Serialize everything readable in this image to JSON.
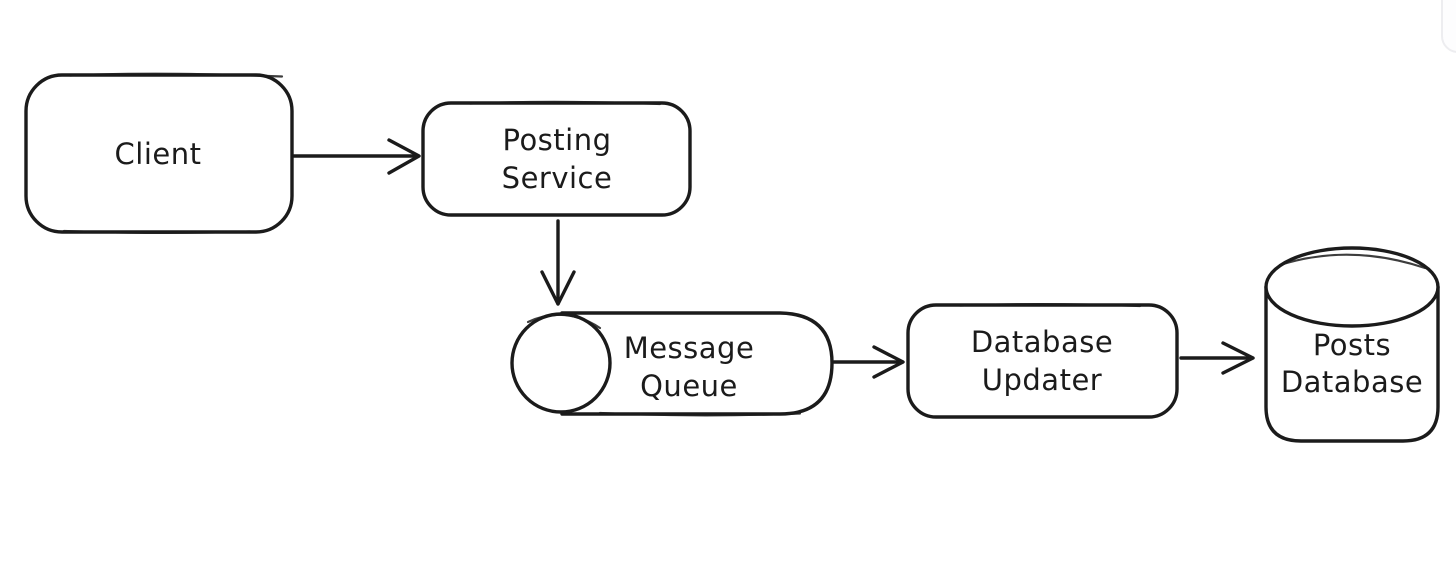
{
  "canvas": {
    "background": "#ffffff",
    "stroke_color": "#1b1b1b",
    "style": "hand-drawn-whiteboard",
    "corner_widget_border": "#ededf0"
  },
  "diagram": {
    "nodes": {
      "client": {
        "label": "Client",
        "shape": "rounded-rectangle"
      },
      "posting_service": {
        "lines": [
          "Posting",
          "Service"
        ],
        "shape": "rounded-rectangle"
      },
      "message_queue": {
        "lines": [
          "Message",
          "Queue"
        ],
        "shape": "horizontal-cylinder"
      },
      "database_updater": {
        "lines": [
          "Database",
          "Updater"
        ],
        "shape": "rounded-rectangle"
      },
      "posts_database": {
        "lines": [
          "Posts",
          "Database"
        ],
        "shape": "database-cylinder"
      }
    },
    "edges": [
      {
        "from": "client",
        "to": "posting_service",
        "direction": "right"
      },
      {
        "from": "posting_service",
        "to": "message_queue",
        "direction": "down"
      },
      {
        "from": "message_queue",
        "to": "database_updater",
        "direction": "right"
      },
      {
        "from": "database_updater",
        "to": "posts_database",
        "direction": "right"
      }
    ]
  }
}
